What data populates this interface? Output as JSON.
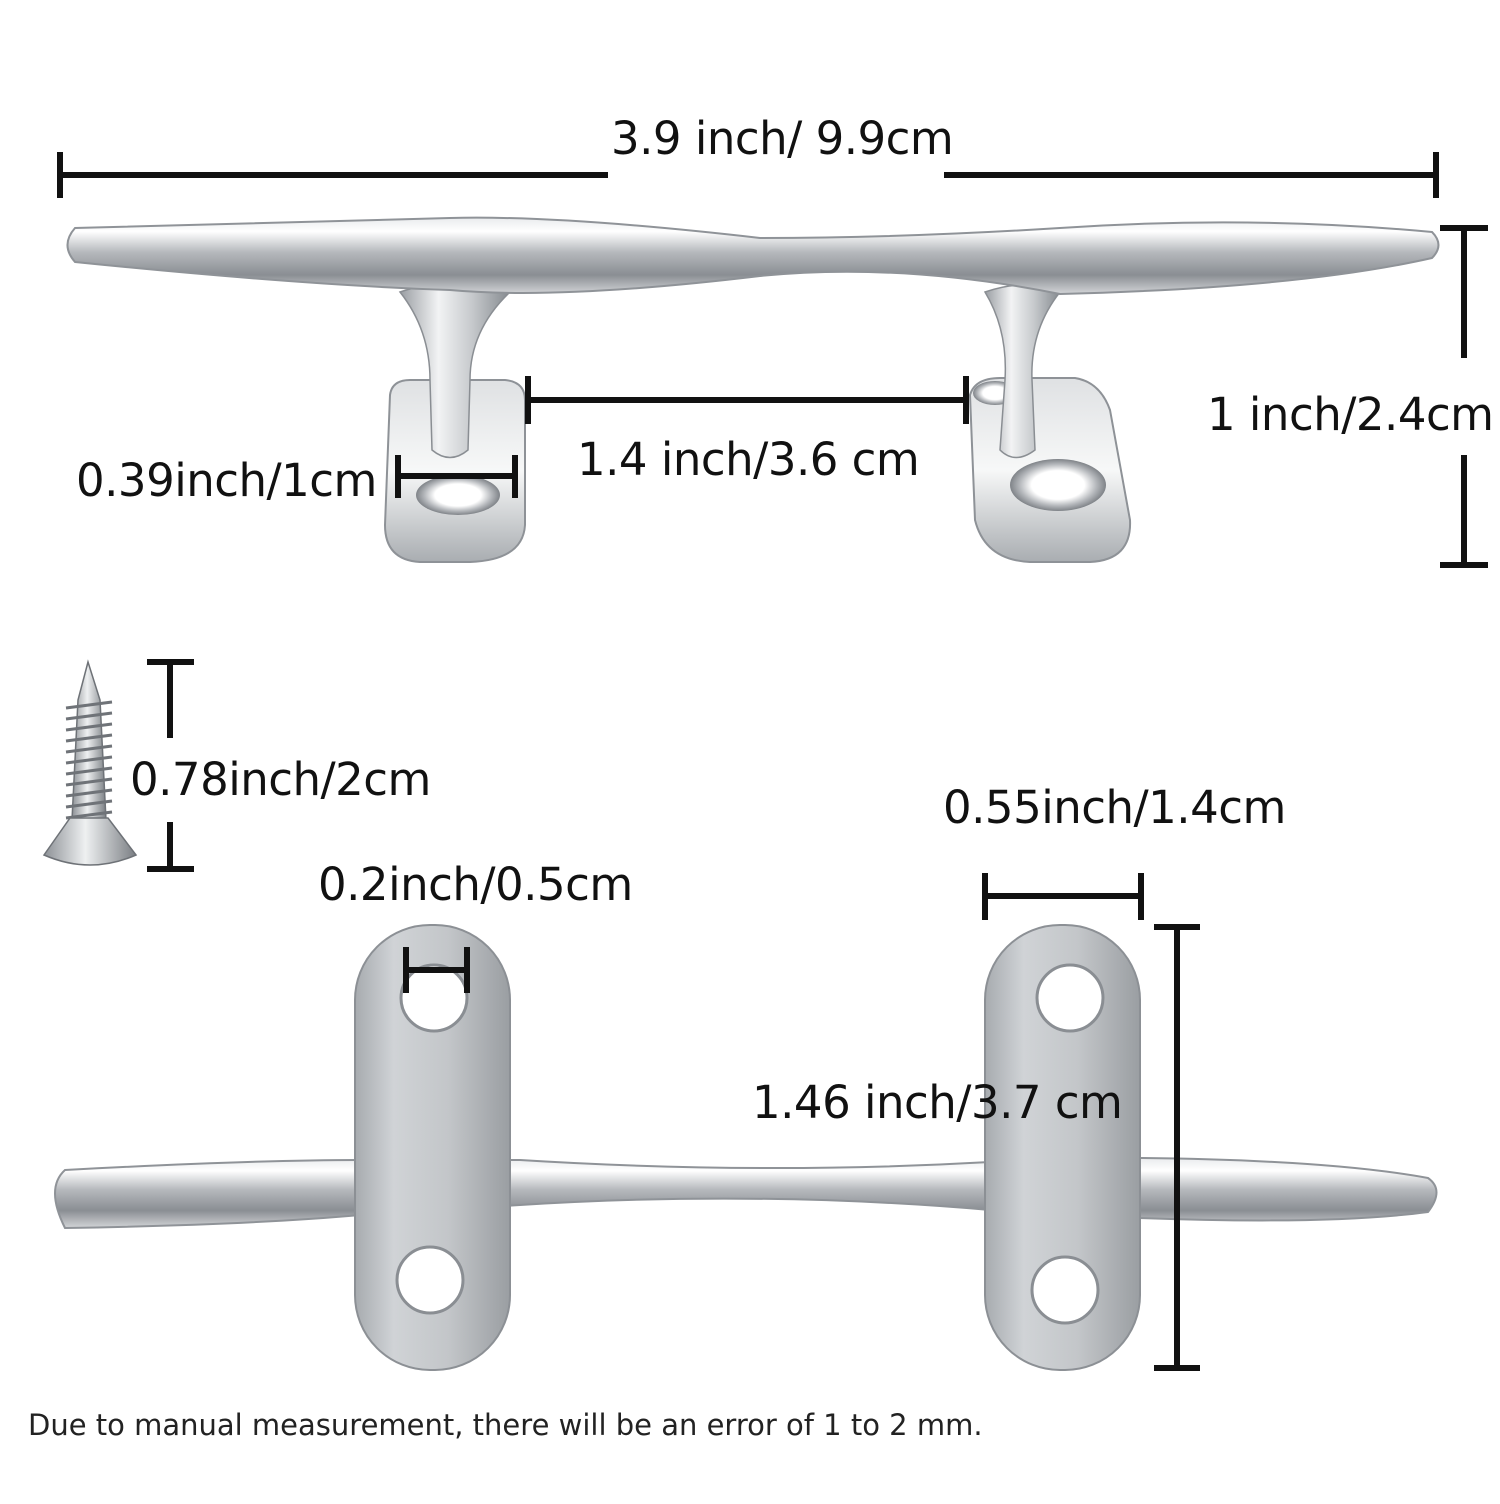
{
  "dimensions": {
    "overall_length": "3.9 inch/ 9.9cm",
    "height": "1 inch/2.4cm",
    "inner_span": "1.4 inch/3.6 cm",
    "base_width": "0.39inch/1cm",
    "screw_length": "0.78inch/2cm",
    "hole_diameter": "0.2inch/0.5cm",
    "plate_width": "0.55inch/1.4cm",
    "plate_length": "1.46 inch/3.7 cm"
  },
  "note": "Due to manual measurement, there will be an error of 1 to 2 mm.",
  "colors": {
    "steel_light": "#f4f5f6",
    "steel_mid": "#b9bcbf",
    "steel_dark": "#7b7f84",
    "line": "#111111"
  }
}
